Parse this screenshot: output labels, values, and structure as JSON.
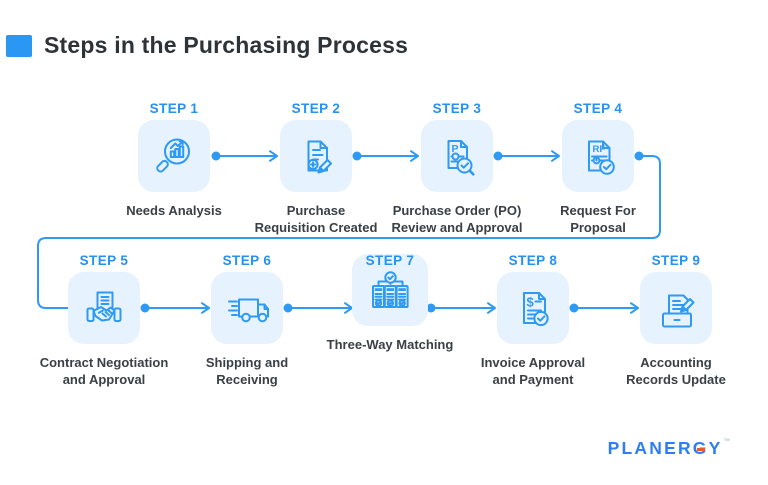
{
  "title": "Steps in the Purchasing Process",
  "steps": [
    {
      "label": "STEP 1",
      "caption": "Needs Analysis",
      "icon": "needs-analysis"
    },
    {
      "label": "STEP 2",
      "caption": "Purchase\nRequisition Created",
      "icon": "purchase-requisition"
    },
    {
      "label": "STEP 3",
      "caption": "Purchase Order (PO)\nReview and Approval",
      "icon": "po-review"
    },
    {
      "label": "STEP 4",
      "caption": "Request For\nProposal",
      "icon": "request-for-proposal"
    },
    {
      "label": "STEP 5",
      "caption": "Contract Negotiation\nand Approval",
      "icon": "contract-negotiation"
    },
    {
      "label": "STEP 6",
      "caption": "Shipping and\nReceiving",
      "icon": "shipping-receiving"
    },
    {
      "label": "STEP 7",
      "caption": "Three-Way Matching",
      "icon": "three-way-matching"
    },
    {
      "label": "STEP 8",
      "caption": "Invoice Approval\nand Payment",
      "icon": "invoice-approval"
    },
    {
      "label": "STEP 9",
      "caption": "Accounting\nRecords Update",
      "icon": "accounting-records"
    }
  ],
  "logo": {
    "text": "PLANERGY",
    "tm": "™"
  },
  "colors": {
    "accent_blue": "#2e9af3",
    "step_label_blue": "#2791f1",
    "icon_box_bg": "#e6f2fd",
    "title_square": "#2a97f2",
    "title_text": "#2e3338",
    "caption_text": "#3a4046",
    "logo_blue": "#2d7ef6",
    "logo_accent_orange": "#f15a29"
  }
}
